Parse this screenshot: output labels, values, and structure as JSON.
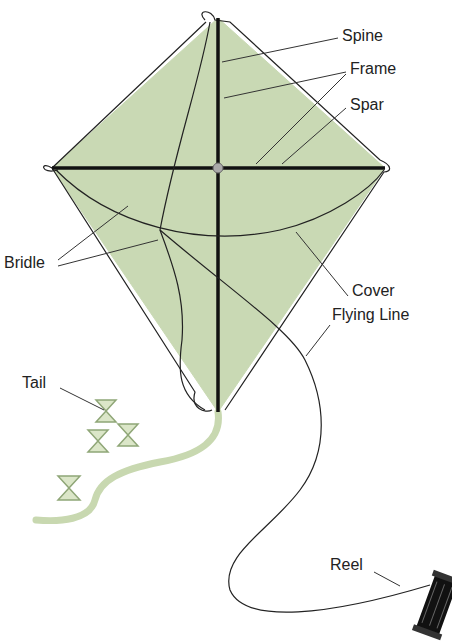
{
  "diagram": {
    "labels": [
      "Spine",
      "Frame",
      "Spar",
      "Bridle",
      "Cover",
      "Flying Line",
      "Tail",
      "Reel"
    ]
  }
}
